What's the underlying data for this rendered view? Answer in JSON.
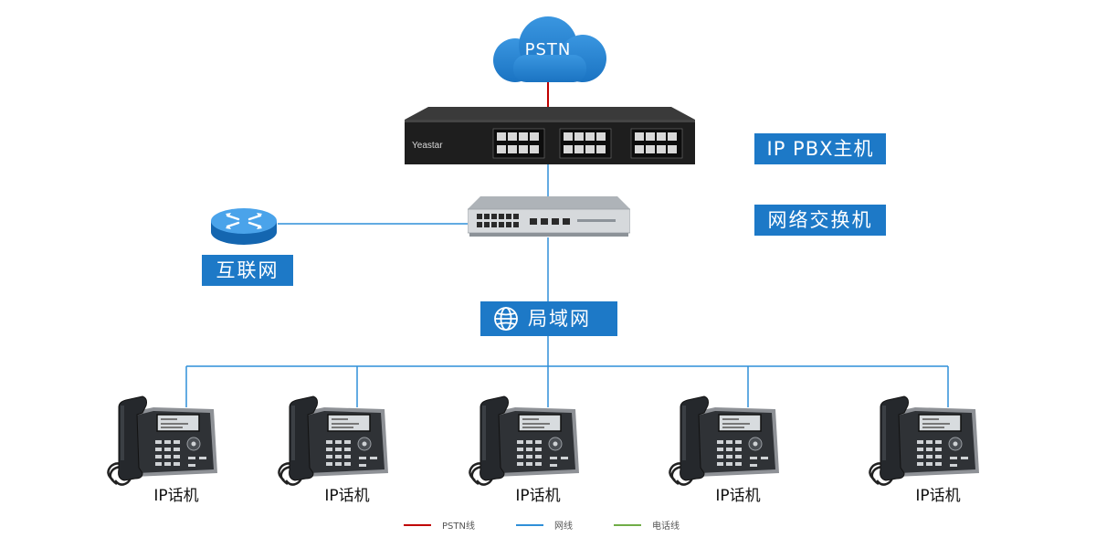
{
  "nodes": {
    "pstn": "PSTN",
    "pbx_label": "IP PBX主机",
    "pbx_brand": "Yeastar",
    "switch_label": "网络交换机",
    "internet_label": "互联网",
    "lan_label": "局域网"
  },
  "phones": [
    "IP话机",
    "IP话机",
    "IP话机",
    "IP话机",
    "IP话机"
  ],
  "legend": [
    {
      "label": "PSTN线",
      "color": "#c00000"
    },
    {
      "label": "网线",
      "color": "#2f8fd8"
    },
    {
      "label": "电话线",
      "color": "#70ad47"
    }
  ],
  "colors": {
    "accent": "#1d79c7",
    "cloud": "#1f7fd0",
    "pstn_line": "#c00000",
    "network_line": "#2f8fd8"
  }
}
